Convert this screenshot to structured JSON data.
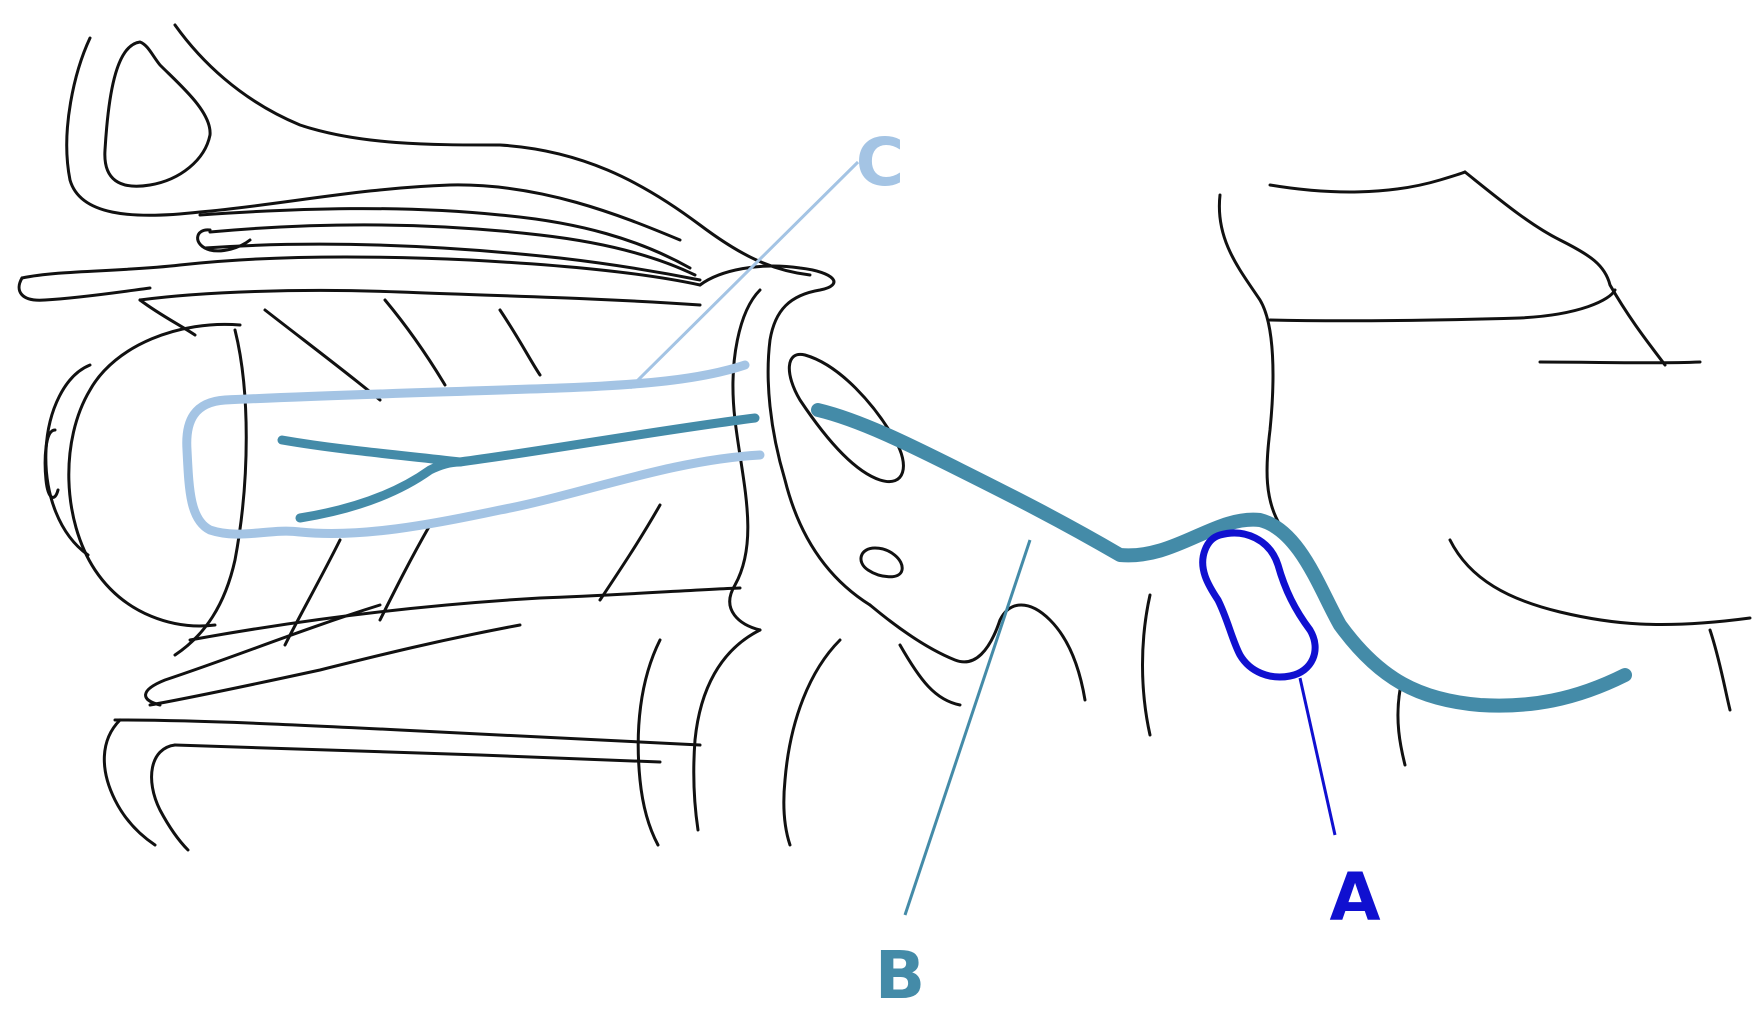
{
  "labels": {
    "a": {
      "text": "A",
      "color": "#1010d0"
    },
    "b": {
      "text": "B",
      "color": "#448ba8"
    },
    "c": {
      "text": "C",
      "color": "#a4c4e4"
    }
  },
  "colors": {
    "outline": "#111111",
    "nerve_dark": "#448ba8",
    "outline_light": "#a4c4e4",
    "highlight_blue": "#1010d0"
  }
}
